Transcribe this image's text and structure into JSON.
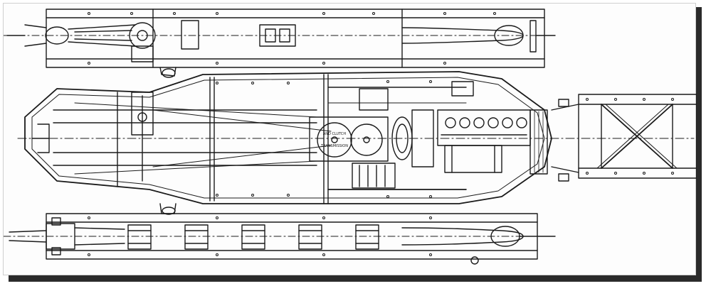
{
  "diagram": {
    "style": "engineering line drawing, plan view",
    "ink_color": "#1a1a1a",
    "paper_color": "#fdfdfd",
    "shadow_color": "#2b2b2b",
    "gearbox_plate_text": {
      "line1": "AND CLUTCH",
      "line2": "TRANSMISSION"
    }
  }
}
